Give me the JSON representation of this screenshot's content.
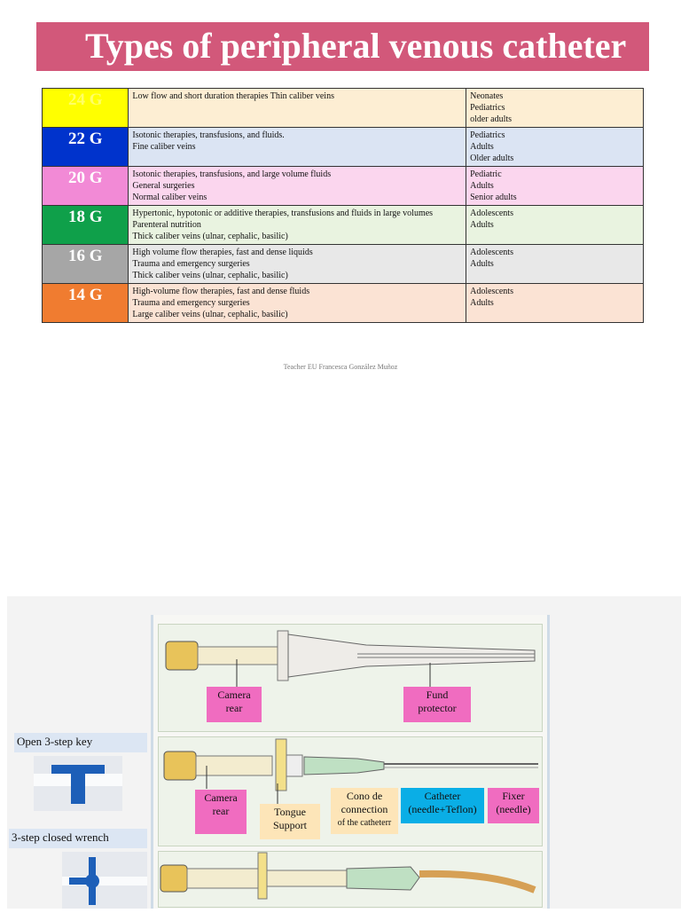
{
  "title": "Types of peripheral venous catheter",
  "rows": [
    {
      "gauge": "24 G",
      "color": "#ffff00",
      "text_color": "#ffff66",
      "bg": "#fdeed3",
      "desc": [
        "Low flow and short duration therapies Thin caliber veins"
      ],
      "pop": [
        "Neonates",
        "Pediatrics",
        "older adults"
      ]
    },
    {
      "gauge": "22 G",
      "color": "#0033cc",
      "text_color": "#ffffff",
      "bg": "#dbe4f3",
      "desc": [
        "Isotonic therapies, transfusions, and fluids.",
        "Fine caliber veins"
      ],
      "pop": [
        "Pediatrics",
        "Adults",
        "Older adults"
      ]
    },
    {
      "gauge": "20 G",
      "color": "#f28ad6",
      "text_color": "#ffffff",
      "bg": "#fbd6ee",
      "desc": [
        "Isotonic therapies, transfusions, and large volume fluids",
        "General surgeries",
        "Normal caliber veins"
      ],
      "pop": [
        "Pediatric",
        "Adults",
        "Senior adults"
      ]
    },
    {
      "gauge": "18 G",
      "color": "#0fa04a",
      "text_color": "#ffffff",
      "bg": "#e9f3e0",
      "desc": [
        "Hypertonic, hypotonic or additive therapies, transfusions and fluids in large volumes",
        "Parenteral nutrition",
        "Thick caliber veins (ulnar, cephalic, basilic)"
      ],
      "pop": [
        "Adolescents",
        "Adults"
      ]
    },
    {
      "gauge": "16 G",
      "color": "#a6a6a6",
      "text_color": "#ffffff",
      "bg": "#e8e8e8",
      "desc": [
        "High volume flow therapies, fast and dense liquids",
        "Trauma and emergency surgeries",
        "Thick caliber veins (ulnar, cephalic, basilic)"
      ],
      "pop": [
        "Adolescents",
        "Adults"
      ]
    },
    {
      "gauge": "14 G",
      "color": "#f07c30",
      "text_color": "#ffffff",
      "bg": "#fbe3d4",
      "desc": [
        "High-volume flow therapies, fast and dense fluids",
        "Trauma and emergency surgeries",
        "Large caliber veins (ulnar, cephalic, basilic)"
      ],
      "pop": [
        "Adolescents",
        "Adults"
      ]
    }
  ],
  "credit": "Teacher EU Francesca González Muñoz",
  "diagram": {
    "camera_rear_1": "Camera rear",
    "fund_protector": "Fund protector",
    "camera_rear_2": "Camera rear",
    "tongue_support": "Tongue Support",
    "cono": "Cono de connection",
    "cono_sub": "of the catheterr",
    "catheter": "Catheter (needle+Teflon)",
    "fixer": "Fixer (needle)",
    "open_key": "Open 3-step key",
    "closed_key": "3-step closed wrench"
  }
}
